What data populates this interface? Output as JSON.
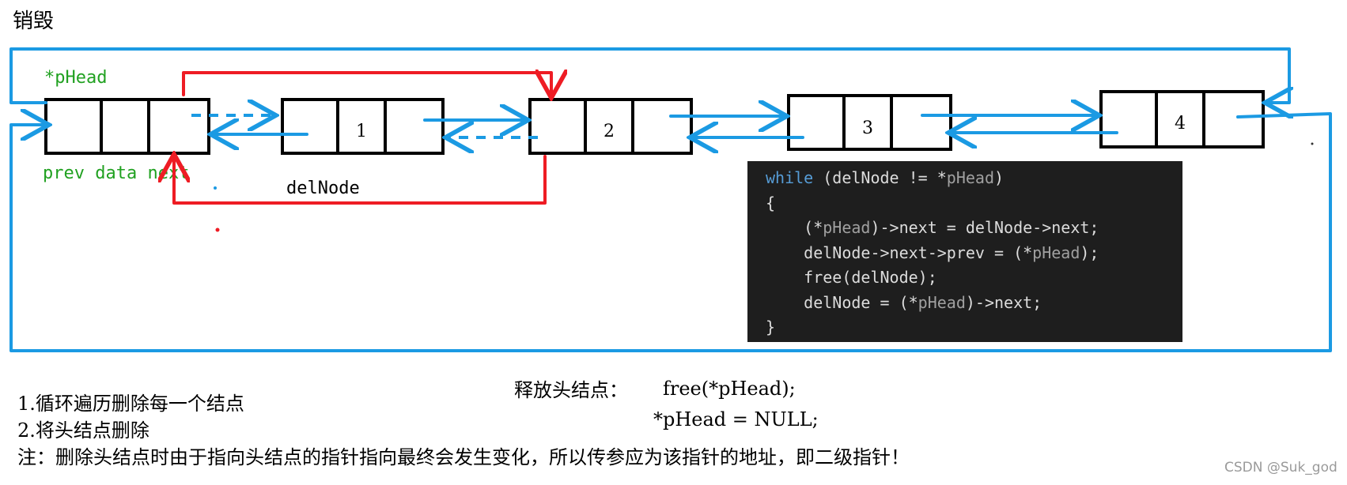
{
  "title": "销毁",
  "labels": {
    "phead": "*pHead",
    "fields": "prev data next",
    "delnode": "delNode"
  },
  "nodes": [
    {
      "data": ""
    },
    {
      "data": "1"
    },
    {
      "data": "2"
    },
    {
      "data": "3"
    },
    {
      "data": "4"
    }
  ],
  "code": {
    "line1_kw": "while",
    "line1_rest": " (delNode != *",
    "line1_dim": "pHead",
    "line1_end": ")",
    "line2": "{",
    "line3_a": "    (*",
    "line3_dim": "pHead",
    "line3_b": ")->next = delNode->next;",
    "line4_a": "    delNode->next->prev = (*",
    "line4_dim": "pHead",
    "line4_b": ");",
    "line5": "    free(delNode);",
    "line6_a": "    delNode = (*",
    "line6_dim": "pHead",
    "line6_b": ")->next;",
    "line7": "}"
  },
  "release": {
    "label": "释放头结点：",
    "code1": "free(*pHead);",
    "code2": "*pHead = NULL;"
  },
  "notes": {
    "line1": "1.循环遍历删除每一个结点",
    "line2": "2.将头结点删除",
    "line3": "注：删除头结点时由于指向头结点的指针指向最终会发生变化，所以传参应为该指针的地址，即二级指针！"
  },
  "watermark": "CSDN @Suk_god",
  "colors": {
    "arrow_blue": "#1b9ae3",
    "arrow_red": "#ee1c24",
    "label_green": "#21a121",
    "code_bg": "#1e1e1e"
  }
}
